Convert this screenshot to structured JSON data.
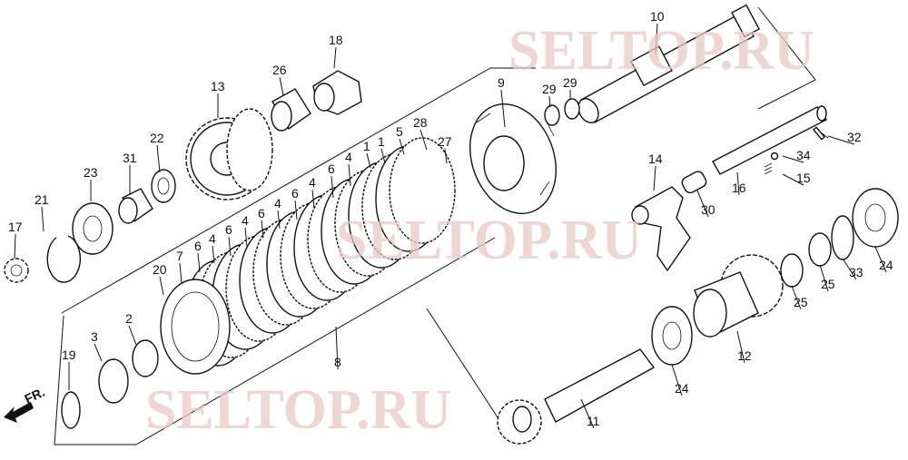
{
  "watermark": "SELTOP.RU",
  "direction_marker": "FR.",
  "labels": [
    "10",
    "18",
    "26",
    "13",
    "29",
    "29",
    "9",
    "28",
    "5",
    "1",
    "1",
    "27",
    "22",
    "31",
    "23",
    "21",
    "17",
    "7",
    "6",
    "4",
    "6",
    "4",
    "6",
    "4",
    "6",
    "4",
    "6",
    "4",
    "20",
    "2",
    "3",
    "19",
    "8",
    "32",
    "34",
    "15",
    "16",
    "14",
    "30",
    "24",
    "33",
    "25",
    "25",
    "12",
    "24",
    "11"
  ]
}
